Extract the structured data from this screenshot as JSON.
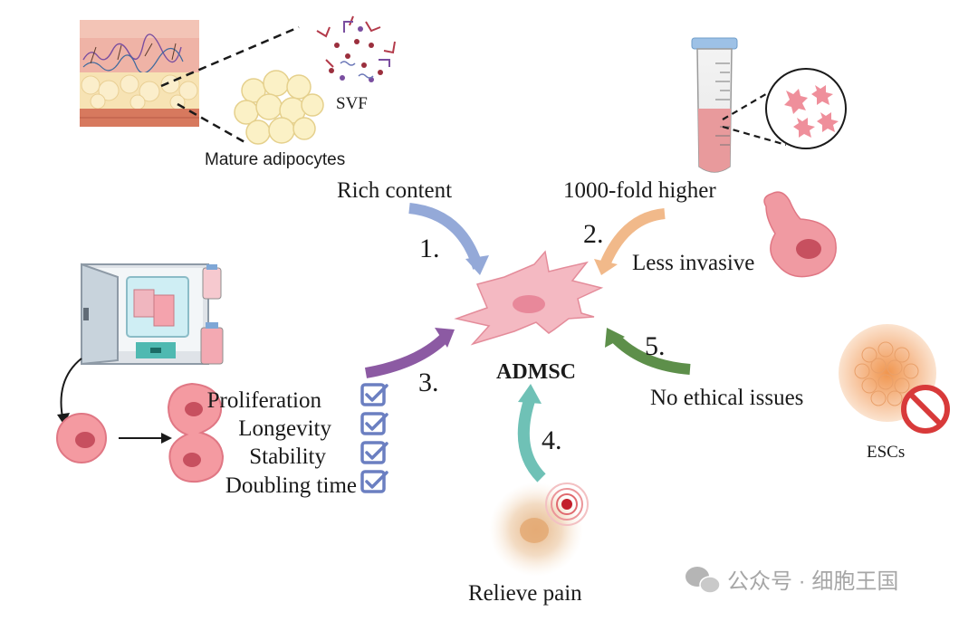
{
  "colors": {
    "arrow_blue": "#94a9d8",
    "arrow_orange": "#f1b98a",
    "arrow_teal": "#6fc1b6",
    "arrow_purple": "#8c5aa3",
    "arrow_green": "#5d8f4a",
    "cell_pink": "#f2b6bf",
    "cell_nucleus": "#e88597",
    "checkbox_blue": "#6b7fc1",
    "no_sign_red": "#d83a3a"
  },
  "center": {
    "label": "ADMSC",
    "icon": "stem-cell-icon"
  },
  "advantages": [
    {
      "number": "1.",
      "label": "Rich content"
    },
    {
      "number": "2.",
      "label": "1000-fold higher",
      "label2": "Less invasive"
    },
    {
      "number": "3.",
      "checklist": [
        "Proliferation",
        "Longevity",
        "Stability",
        "Doubling time"
      ]
    },
    {
      "number": "4.",
      "label": "Relieve pain"
    },
    {
      "number": "5.",
      "label": "No ethical issues"
    }
  ],
  "source_labels": {
    "svf": "SVF",
    "adipocytes": "Mature adipocytes",
    "escs": "ESCs"
  },
  "watermark": "公众号 · 细胞王国"
}
